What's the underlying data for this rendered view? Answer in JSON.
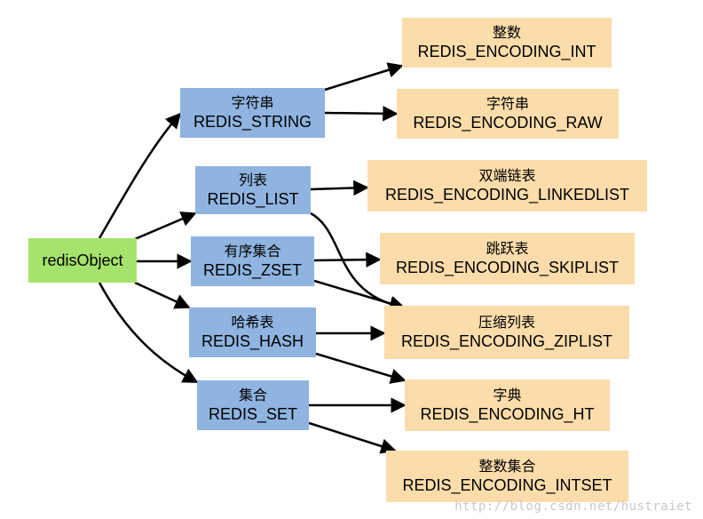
{
  "root": {
    "label": "redisObject"
  },
  "types": {
    "string": {
      "zh": "字符串",
      "en": "REDIS_STRING"
    },
    "list": {
      "zh": "列表",
      "en": "REDIS_LIST"
    },
    "zset": {
      "zh": "有序集合",
      "en": "REDIS_ZSET"
    },
    "hash": {
      "zh": "哈希表",
      "en": "REDIS_HASH"
    },
    "set": {
      "zh": "集合",
      "en": "REDIS_SET"
    }
  },
  "encodings": {
    "int": {
      "zh": "整数",
      "en": "REDIS_ENCODING_INT"
    },
    "raw": {
      "zh": "字符串",
      "en": "REDIS_ENCODING_RAW"
    },
    "linkedlist": {
      "zh": "双端链表",
      "en": "REDIS_ENCODING_LINKEDLIST"
    },
    "skiplist": {
      "zh": "跳跃表",
      "en": "REDIS_ENCODING_SKIPLIST"
    },
    "ziplist": {
      "zh": "压缩列表",
      "en": "REDIS_ENCODING_ZIPLIST"
    },
    "ht": {
      "zh": "字典",
      "en": "REDIS_ENCODING_HT"
    },
    "intset": {
      "zh": "整数集合",
      "en": "REDIS_ENCODING_INTSET"
    }
  },
  "edges": [
    [
      "root",
      "string"
    ],
    [
      "root",
      "list"
    ],
    [
      "root",
      "zset"
    ],
    [
      "root",
      "hash"
    ],
    [
      "root",
      "set"
    ],
    [
      "string",
      "int"
    ],
    [
      "string",
      "raw"
    ],
    [
      "list",
      "linkedlist"
    ],
    [
      "list",
      "ziplist"
    ],
    [
      "zset",
      "skiplist"
    ],
    [
      "zset",
      "ziplist"
    ],
    [
      "hash",
      "ziplist"
    ],
    [
      "hash",
      "ht"
    ],
    [
      "set",
      "ht"
    ],
    [
      "set",
      "intset"
    ]
  ],
  "watermark": "http://blog.csdn.net/hustraiet",
  "colors": {
    "root": "#a5e36c",
    "type": "#8fb4e0",
    "encoding": "#fbdcaa",
    "arrow": "#000000"
  }
}
